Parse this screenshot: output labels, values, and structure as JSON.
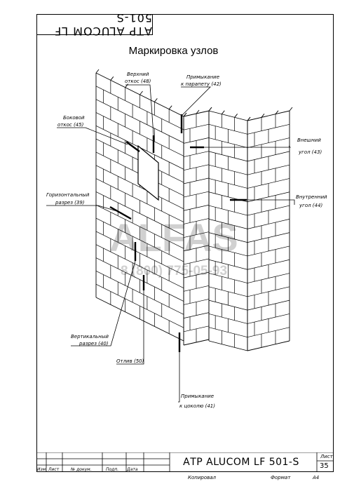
{
  "stamp_top": "АТР ALUCOM LF 501-S",
  "title": "Маркировка узлов",
  "labels": {
    "verkhniy_1": "Верхний",
    "verkhniy_2": "откос (48)",
    "parapet_1": "Примыкание",
    "parapet_2": "к парапету (42)",
    "bokovoy_1": "Боковой",
    "bokovoy_2": "откос (45)",
    "vneshniy_1": "Внешний",
    "vneshniy_2": "угол (43)",
    "horiz_1": "Горизонтальный",
    "horiz_2": "разрез (39)",
    "vnutr_1": "Внутренний",
    "vnutr_2": "угол (44)",
    "vert_1": "Вертикальный",
    "vert_2": "разрез (40)",
    "otliv": "Отлив (50)",
    "cokol_1": "Примыкание",
    "cokol_2": "к цоколю (41)"
  },
  "watermark": {
    "brand": "ALFAS",
    "phone": "8 (800) 775-05-93"
  },
  "title_block": {
    "col_izm": "Изм.",
    "col_list": "Лист",
    "col_doc": "№ докум.",
    "col_podp": "Подп.",
    "col_data": "Дата",
    "doc_title": "АТР ALUCOM LF 501-S",
    "sheet_label": "Лист",
    "sheet_number": "35"
  },
  "footer": {
    "copied": "Копировал",
    "format_label": "Формат",
    "format_value": "А4"
  }
}
